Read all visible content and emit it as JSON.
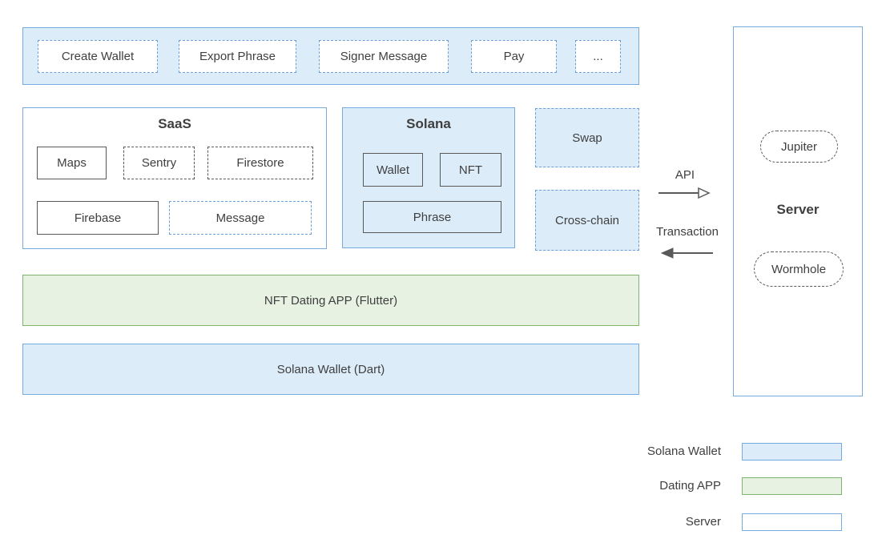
{
  "features": {
    "items": [
      {
        "label": "Create Wallet"
      },
      {
        "label": "Export Phrase"
      },
      {
        "label": "Signer Message"
      },
      {
        "label": "Pay"
      },
      {
        "label": "..."
      }
    ]
  },
  "saas": {
    "title": "SaaS",
    "maps": "Maps",
    "sentry": "Sentry",
    "firestore": "Firestore",
    "firebase": "Firebase",
    "message": "Message"
  },
  "solana": {
    "title": "Solana",
    "wallet": "Wallet",
    "nft": "NFT",
    "phrase": "Phrase"
  },
  "modules": {
    "swap": "Swap",
    "cross_chain": "Cross-chain"
  },
  "arrows": {
    "api": "API",
    "transaction": "Transaction"
  },
  "server": {
    "title": "Server",
    "jupiter": "Jupiter",
    "wormhole": "Wormhole"
  },
  "layers": {
    "dating_app": "NFT Dating APP (Flutter)",
    "solana_wallet": "Solana Wallet (Dart)"
  },
  "legend": {
    "items": [
      {
        "label": "Solana Wallet",
        "fill": "#dcecf9",
        "border": "#77abde"
      },
      {
        "label": "Dating APP",
        "fill": "#e7f2e3",
        "border": "#7fb46f"
      },
      {
        "label": "Server",
        "fill": "#ffffff",
        "border": "#77abde"
      }
    ]
  },
  "colors": {
    "blue_fill": "#dcecf9",
    "blue_border": "#77abde",
    "blue_dash_border": "#6b9fd6",
    "green_fill": "#e7f2e3",
    "green_border": "#7fb46f",
    "gray_border": "#595959",
    "arrow": "#595959",
    "text": "#3f3f3f"
  }
}
